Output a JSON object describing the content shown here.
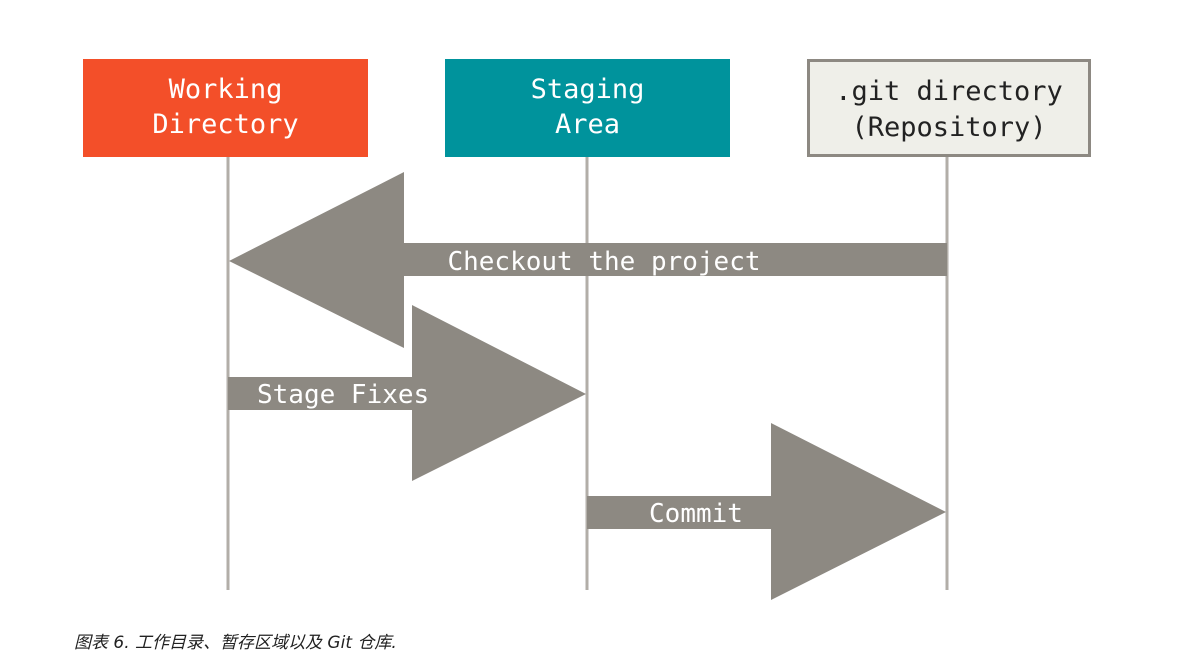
{
  "diagram": {
    "nodes": [
      {
        "id": "working",
        "lines": [
          "Working",
          "Directory"
        ],
        "fill": "#f34f29",
        "text_color": "#ffffff",
        "border": ""
      },
      {
        "id": "staging",
        "lines": [
          "Staging",
          "Area"
        ],
        "fill": "#00939c",
        "text_color": "#ffffff",
        "border": ""
      },
      {
        "id": "repo",
        "lines": [
          ".git directory",
          "(Repository)"
        ],
        "fill": "#efefe9",
        "text_color": "#222222",
        "border": "#8d8982"
      }
    ],
    "arrows": [
      {
        "id": "checkout",
        "label": "Checkout the project",
        "from": "repo",
        "to": "working"
      },
      {
        "id": "stage",
        "label": "Stage Fixes",
        "from": "working",
        "to": "staging"
      },
      {
        "id": "commit",
        "label": "Commit",
        "from": "staging",
        "to": "repo"
      }
    ],
    "colors": {
      "arrow": "#8d8982",
      "lifeline": "#b2aea8",
      "arrow_text": "#ffffff"
    }
  },
  "caption": "图表 6. 工作目录、暂存区域以及 Git 仓库."
}
